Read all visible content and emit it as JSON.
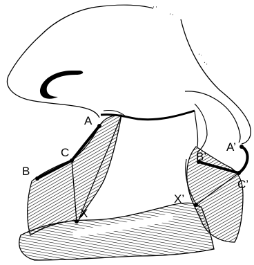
{
  "figure": {
    "labels_left": {
      "A": "A",
      "B": "B",
      "C": "C",
      "X": "X"
    },
    "labels_right": {
      "A": "A’",
      "B": "B’",
      "C": "C’",
      "X": "X’"
    }
  }
}
